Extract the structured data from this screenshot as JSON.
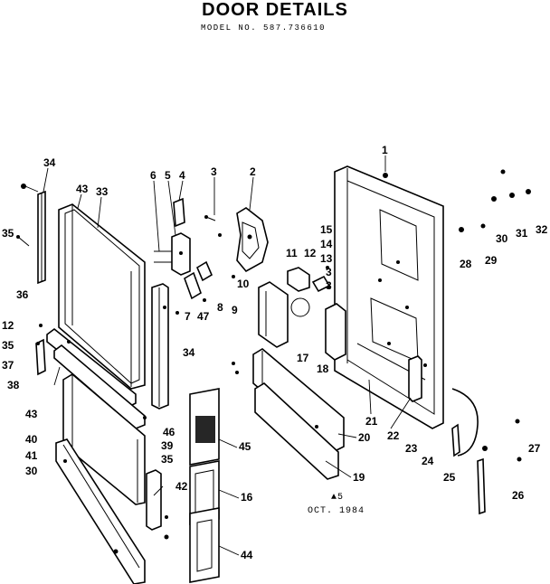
{
  "header": {
    "title": "DOOR DETAILS",
    "model": "MODEL NO. 587.736610"
  },
  "footer": {
    "code": "▲5",
    "date": "OCT. 1984"
  },
  "callouts": [
    "1",
    "3",
    "2",
    "4",
    "5",
    "6",
    "3",
    "34",
    "43",
    "33",
    "35",
    "8",
    "10",
    "11",
    "12",
    "13",
    "14",
    "15",
    "3",
    "28",
    "29",
    "30",
    "31",
    "32",
    "36",
    "9",
    "7",
    "47",
    "34",
    "12",
    "35",
    "37",
    "38",
    "17",
    "18",
    "43",
    "46",
    "39",
    "35",
    "45",
    "40",
    "41",
    "30",
    "42",
    "16",
    "44",
    "21",
    "20",
    "22",
    "23",
    "24",
    "19",
    "25",
    "26",
    "27"
  ]
}
